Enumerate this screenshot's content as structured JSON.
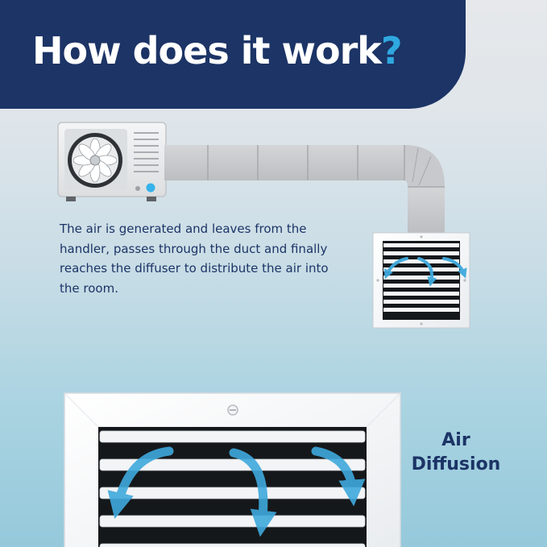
{
  "header": {
    "title": "How does it work",
    "title_mark": "?"
  },
  "description": "The air is generated and leaves from the handler, passes through the duct and finally reaches the diffuser to distribute the air into the room.",
  "diffusion_label": {
    "line1": "Air",
    "line2": "Diffusion"
  },
  "colors": {
    "navy": "#1c3466",
    "accent_blue": "#2fa8e0",
    "airflow_blue": "#3fa9dc",
    "duct_gray": "#c9cbcd"
  },
  "icons": {
    "air_handler": "air-conditioner-icon",
    "duct": "duct-icon",
    "small_diffuser": "vent-icon",
    "large_diffuser": "vent-icon",
    "airflow": "curved-arrow-icon"
  }
}
